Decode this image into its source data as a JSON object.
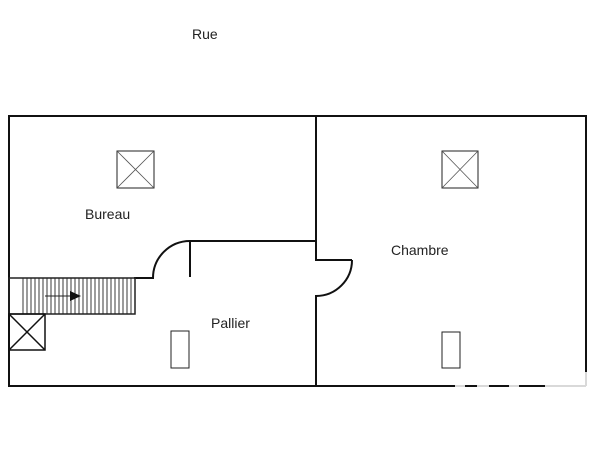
{
  "plan": {
    "street_label": "Rue",
    "rooms": [
      {
        "id": "bureau",
        "label": "Bureau"
      },
      {
        "id": "pallier",
        "label": "Pallier"
      },
      {
        "id": "chambre",
        "label": "Chambre"
      }
    ],
    "symbols": {
      "skylights": [
        "bureau",
        "chambre"
      ],
      "radiators": [
        "pallier",
        "chambre"
      ],
      "staircase": {
        "direction": "right",
        "tread_count": 28
      },
      "ventilation_shaft": "bureau-bottom-left",
      "doors": [
        "bureau-pallier",
        "pallier-chambre"
      ]
    },
    "colors": {
      "wall": "#111111",
      "text": "#222222",
      "background": "#ffffff"
    }
  }
}
